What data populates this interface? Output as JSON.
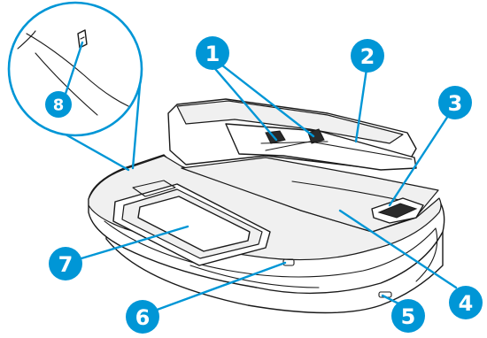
{
  "callout_color": "#0096d6",
  "callouts": [
    {
      "id": "1",
      "label": "1"
    },
    {
      "id": "2",
      "label": "2"
    },
    {
      "id": "3",
      "label": "3"
    },
    {
      "id": "4",
      "label": "4"
    },
    {
      "id": "5",
      "label": "5"
    },
    {
      "id": "6",
      "label": "6"
    },
    {
      "id": "7",
      "label": "7"
    },
    {
      "id": "8",
      "label": "8"
    }
  ]
}
